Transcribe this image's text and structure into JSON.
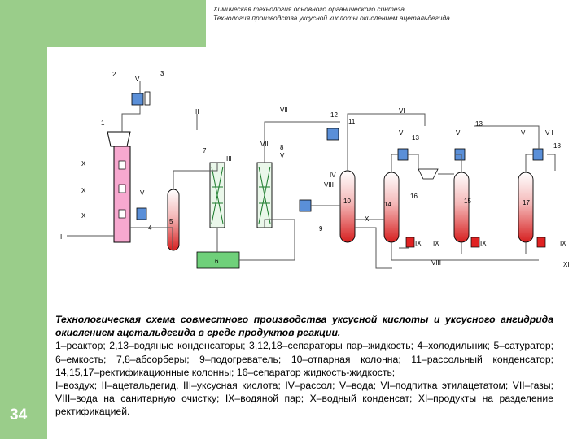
{
  "header": {
    "line1": "Химическая технология основного органического синтеза",
    "line2": "Технология производства уксусной кислоты окислением ацетальдегида"
  },
  "slide_number": "34",
  "caption": {
    "title": "Технологическая схема совместного производства уксусной кислоты и уксусного ангидрида окислением ацетальдегида в среде продуктов реакции.",
    "legend_equipment": "1–реактор; 2,13–водяные конденсаторы; 3,12,18–сепараторы пар–жидкость; 4–холодильник; 5–сатуратор; 6–емкость; 7,8–абсорберы; 9–подогреватель; 10–отпарная колонна; 11–рассольный конденсатор; 14,15,17–ректификационные колонны; 16–сепаратор жидкость-жидкость;",
    "legend_streams": "I–воздух; II–ацетальдегид, III–уксусная кислота; IV–рассол; V–вода; VI–подпитка этилацетатом; VII–газы; VIII–вода на санитарную очистку; IX–водяной пар; X–водный конденсат; XI–продукты на разделение ректификацией."
  },
  "diagram": {
    "labels": {
      "n1": "1",
      "n2": "2",
      "n3": "3",
      "n4": "4",
      "n5": "5",
      "n6": "6",
      "n7": "7",
      "n8": "8",
      "n9": "9",
      "n10": "10",
      "n11": "11",
      "n12": "12",
      "n13": "13",
      "n14": "14",
      "n15": "15",
      "n16": "16",
      "n17": "17",
      "n18": "18",
      "I": "I",
      "II": "II",
      "III": "III",
      "IV": "IV",
      "V": "V",
      "VI": "VI",
      "VII": "VII",
      "VIII": "VIII",
      "IX": "IX",
      "X": "X",
      "XI": "XI",
      "VI2": "V I"
    }
  }
}
